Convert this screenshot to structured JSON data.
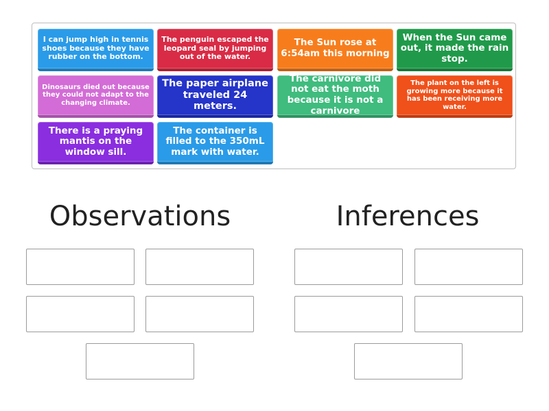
{
  "cards": [
    {
      "text": "I can jump high in tennis shoes because they have rubber on the bottom.",
      "color": "#2a9be8"
    },
    {
      "text": "The penguin escaped the leopard seal by jumping out of the water.",
      "color": "#d92b45"
    },
    {
      "text": "The Sun rose at 6:54am this morning",
      "color": "#f77d1c"
    },
    {
      "text": "When the Sun came out, it made the rain stop.",
      "color": "#209a4a"
    },
    {
      "text": "Dinosaurs died out because they could not adapt to the changing climate.",
      "color": "#d36cd6"
    },
    {
      "text": "The paper airplane traveled 24 meters.",
      "color": "#2534c9"
    },
    {
      "text": "The carnivore did not eat the moth because it is not a carnivore",
      "color": "#3fbc7e"
    },
    {
      "text": "The plant on the left is growing more because it has been receiving more water.",
      "color": "#f0501a"
    },
    {
      "text": "There is a praying mantis on the window sill.",
      "color": "#8a2ee0"
    },
    {
      "text": "The container is filled to the 350mL mark with water.",
      "color": "#2a9be8"
    }
  ],
  "groups": [
    {
      "title": "Observations"
    },
    {
      "title": "Inferences"
    }
  ]
}
